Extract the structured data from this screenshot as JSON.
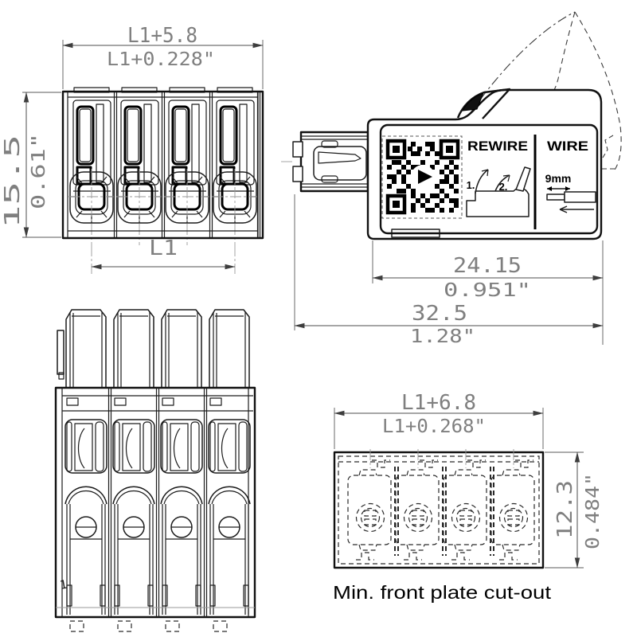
{
  "front_view": {
    "dim_width_metric": "L1+5.8",
    "dim_width_inch": "L1+0.228\"",
    "dim_height_metric": "15.5",
    "dim_height_inch": "0.61\"",
    "dim_pitch": "L1"
  },
  "side_view": {
    "label": {
      "rewire_title": "REWIRE",
      "wire_title": "WIRE",
      "strip_length": "9mm",
      "step_1": "1.",
      "step_2": "2."
    },
    "dim_label_width_metric": "24.15",
    "dim_label_width_inch": "0.951\"",
    "dim_total_width_metric": "32.5",
    "dim_total_width_inch": "1.28\""
  },
  "rear_view": {
    "pole_marker": "1"
  },
  "cutout_view": {
    "dim_width_metric": "L1+6.8",
    "dim_width_inch": "L1+0.268\"",
    "dim_height_metric": "12.3",
    "dim_height_inch": "0.484\"",
    "caption": "Min. front plate cut-out"
  },
  "colors": {
    "line": "#1c1c1c",
    "dim_line": "#4d4d4d",
    "dim_text": "#7f7f7f",
    "centerline": "#9a9a9a",
    "background": "#ffffff"
  }
}
